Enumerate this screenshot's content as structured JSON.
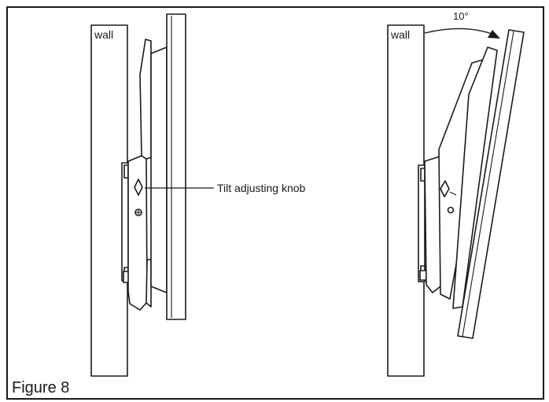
{
  "labels": {
    "wall_left": "wall",
    "wall_right": "wall",
    "tilt_angle": "10°",
    "knob_callout": "Tilt adjusting knob",
    "caption": "Figure 8"
  },
  "tilt_degrees": 10
}
